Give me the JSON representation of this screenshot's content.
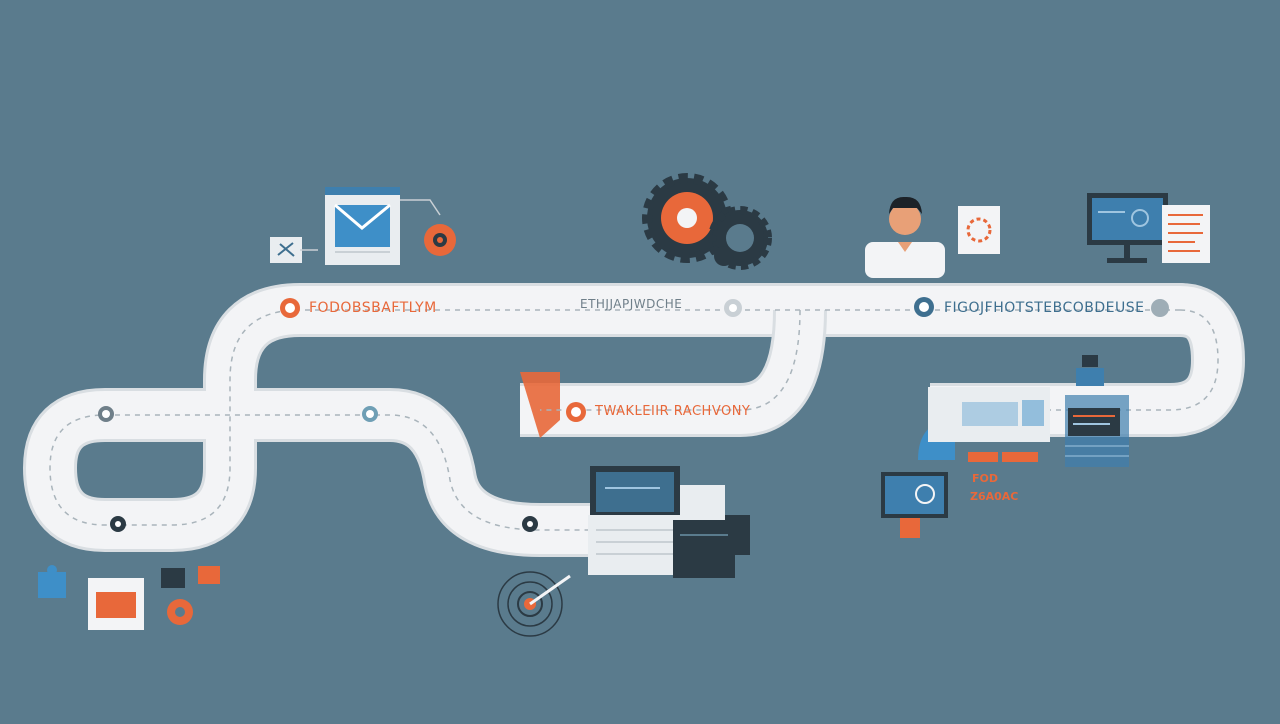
{
  "colors": {
    "background": "#5a7b8d",
    "road": "#f3f4f6",
    "road_shadow": "#d9dee2",
    "accent_orange": "#e8683a",
    "accent_blue": "#3e7fae",
    "dark": "#2b3a44"
  },
  "labels": {
    "step1": "FODOBSBAFTLYM",
    "step2": "ETHJJAPJWDCHE",
    "step3": "FIGOJFHOTSTEBCOBDEUSE",
    "step4": "TWAKLEIIR RACHVONY",
    "badge": "FOD",
    "badge2": "Z6A0AC"
  },
  "icons": [
    "envelope-icon",
    "tools-icon",
    "flower-gear-icon",
    "gears-icon",
    "person-icon",
    "document-icon",
    "monitor-icon",
    "clipboard-icon",
    "laptop-icon",
    "printer-icon",
    "target-icon",
    "puzzle-icon",
    "folder-icon",
    "chat-icon",
    "server-icon",
    "dashboard-icon"
  ]
}
